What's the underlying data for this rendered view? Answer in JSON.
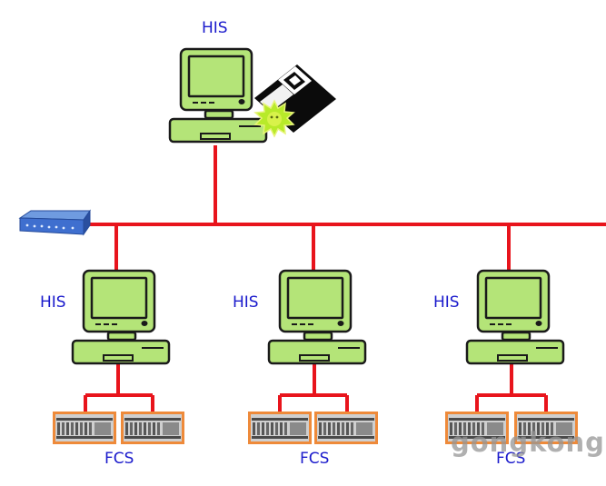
{
  "labels": {
    "top_his": "HIS",
    "his_left": "HIS",
    "his_center": "HIS",
    "his_right": "HIS",
    "fcs_left": "FCS",
    "fcs_center": "FCS",
    "fcs_right": "FCS"
  },
  "watermark": "gongkong",
  "colors": {
    "network_line": "#e8141c",
    "computer_fill": "#b4e478",
    "computer_outline": "#1a1a1a",
    "label_text": "#1a1acc",
    "fcs_frame": "#ee8a3a",
    "router": "#3f6fcf"
  },
  "icons": {
    "computer": "desktop-computer-icon",
    "floppy": "floppy-disk-icon",
    "virus": "virus-burst-icon",
    "router": "network-router-icon",
    "fcs": "control-station-rack-icon"
  }
}
